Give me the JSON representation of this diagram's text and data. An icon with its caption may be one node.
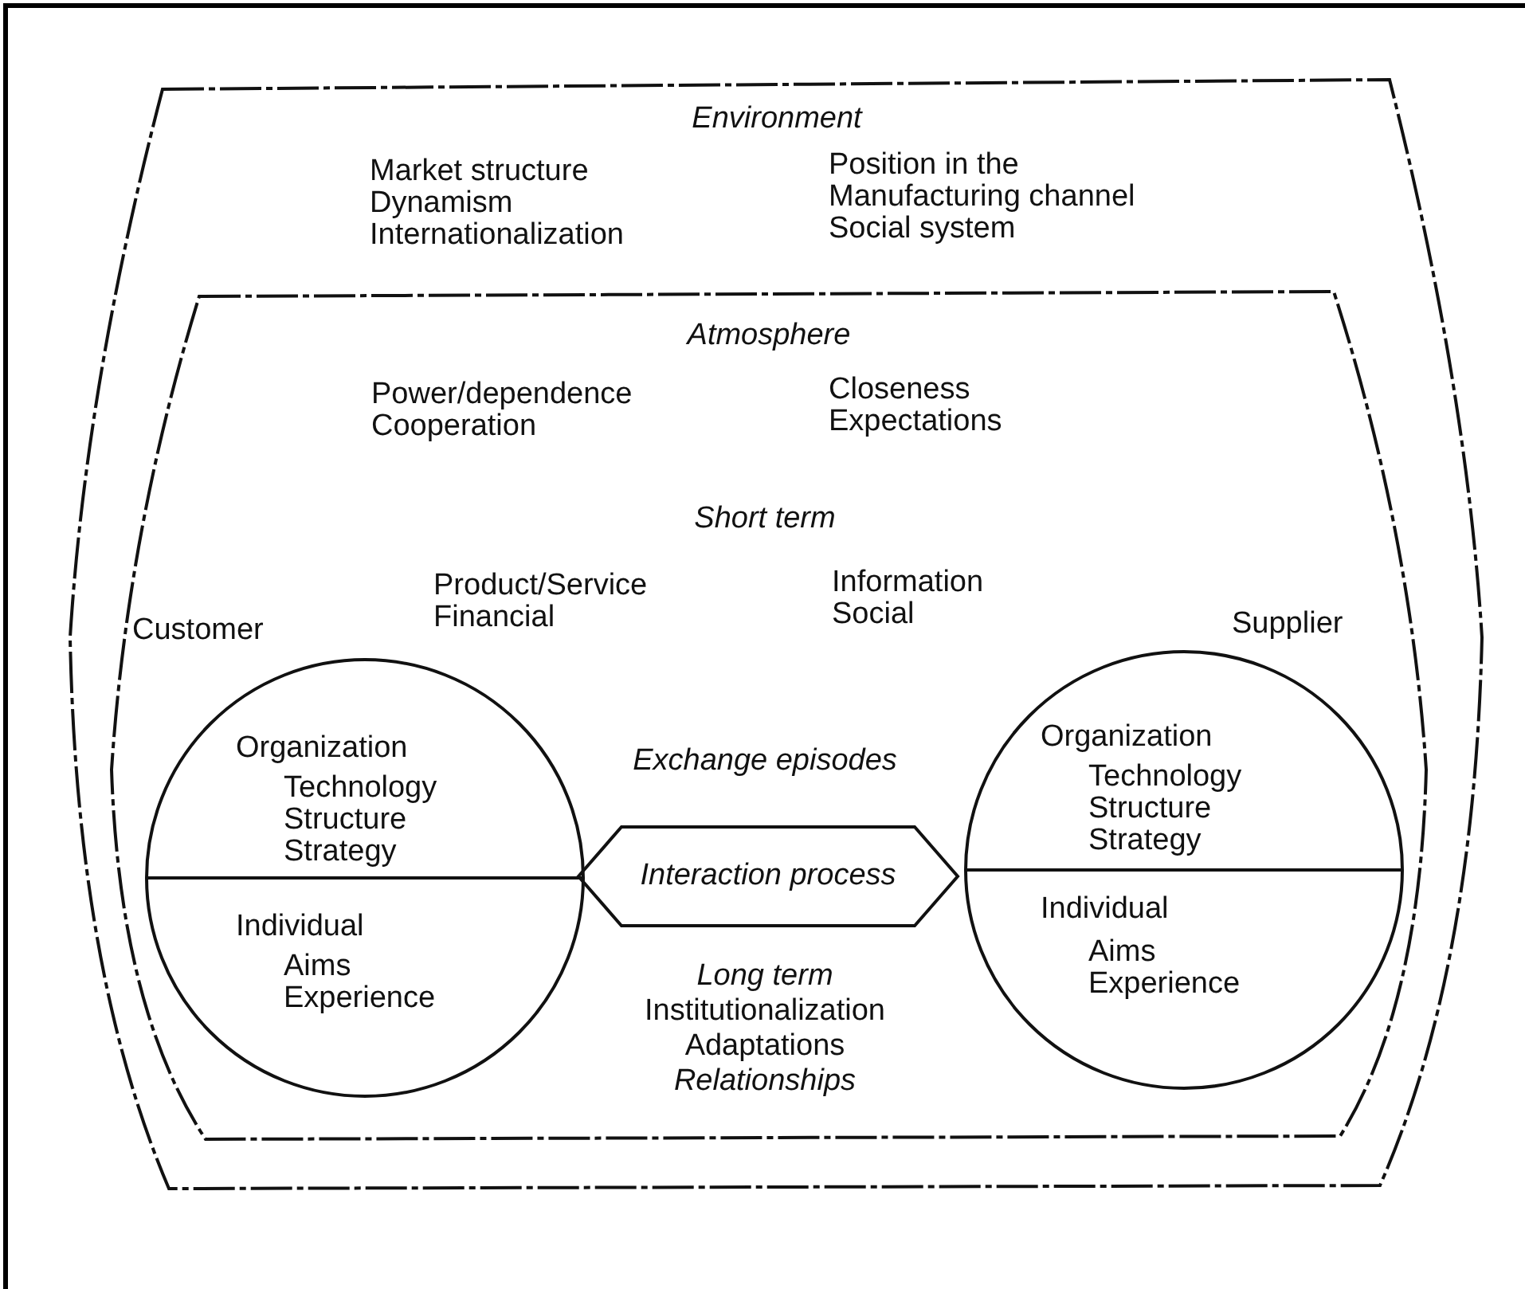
{
  "diagram": {
    "nodes": [
      {
        "text": [
          "Environment",
          "Market structure Dynamism Internationalization",
          "Position in the Manufacturing channel Social system"
        ]
      },
      {
        "text": [
          "Atmosphere",
          "Power/dependence Cooperation",
          "Closeness Expectations"
        ],
        "in": 0
      },
      {
        "text": [
          "Customer",
          "Organization",
          "Technology Structure Strategy",
          "Individual",
          "Aims Experience"
        ],
        "in": 1
      },
      {
        "text": [
          "Interaction process"
        ],
        "in": 1
      },
      {
        "text": [
          "Supplier",
          "Organization",
          "Technology Structure Strategy",
          "Individual",
          "Aims Experience"
        ],
        "in": 1
      }
    ],
    "labels": [
      "Short term",
      "Product/Service Financial",
      "Information Social",
      "Exchange episodes",
      "Long term",
      "Institutionalization",
      "Adaptations",
      "Relationships"
    ]
  }
}
